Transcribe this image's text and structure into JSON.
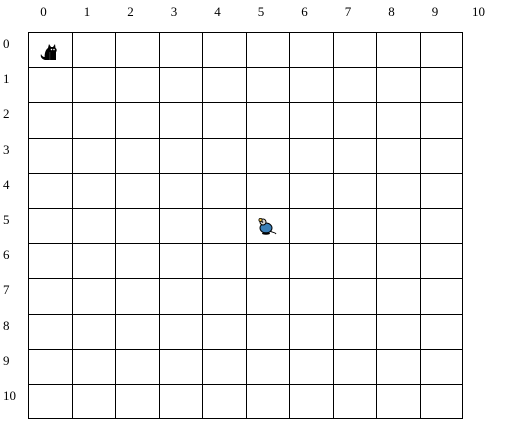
{
  "board": {
    "columns": [
      "0",
      "1",
      "2",
      "3",
      "4",
      "5",
      "6",
      "7",
      "8",
      "9",
      "10"
    ],
    "rows": [
      "0",
      "1",
      "2",
      "3",
      "4",
      "5",
      "6",
      "7",
      "8",
      "9",
      "10"
    ],
    "pieces": [
      {
        "name": "cat",
        "icon": "cat-icon",
        "row": 0,
        "col": 0
      },
      {
        "name": "mouse",
        "icon": "mouse-icon",
        "row": 5,
        "col": 5
      }
    ],
    "colors": {
      "grid": "#000000",
      "background": "#ffffff",
      "mouse_accent": "#3a7fb8"
    }
  }
}
